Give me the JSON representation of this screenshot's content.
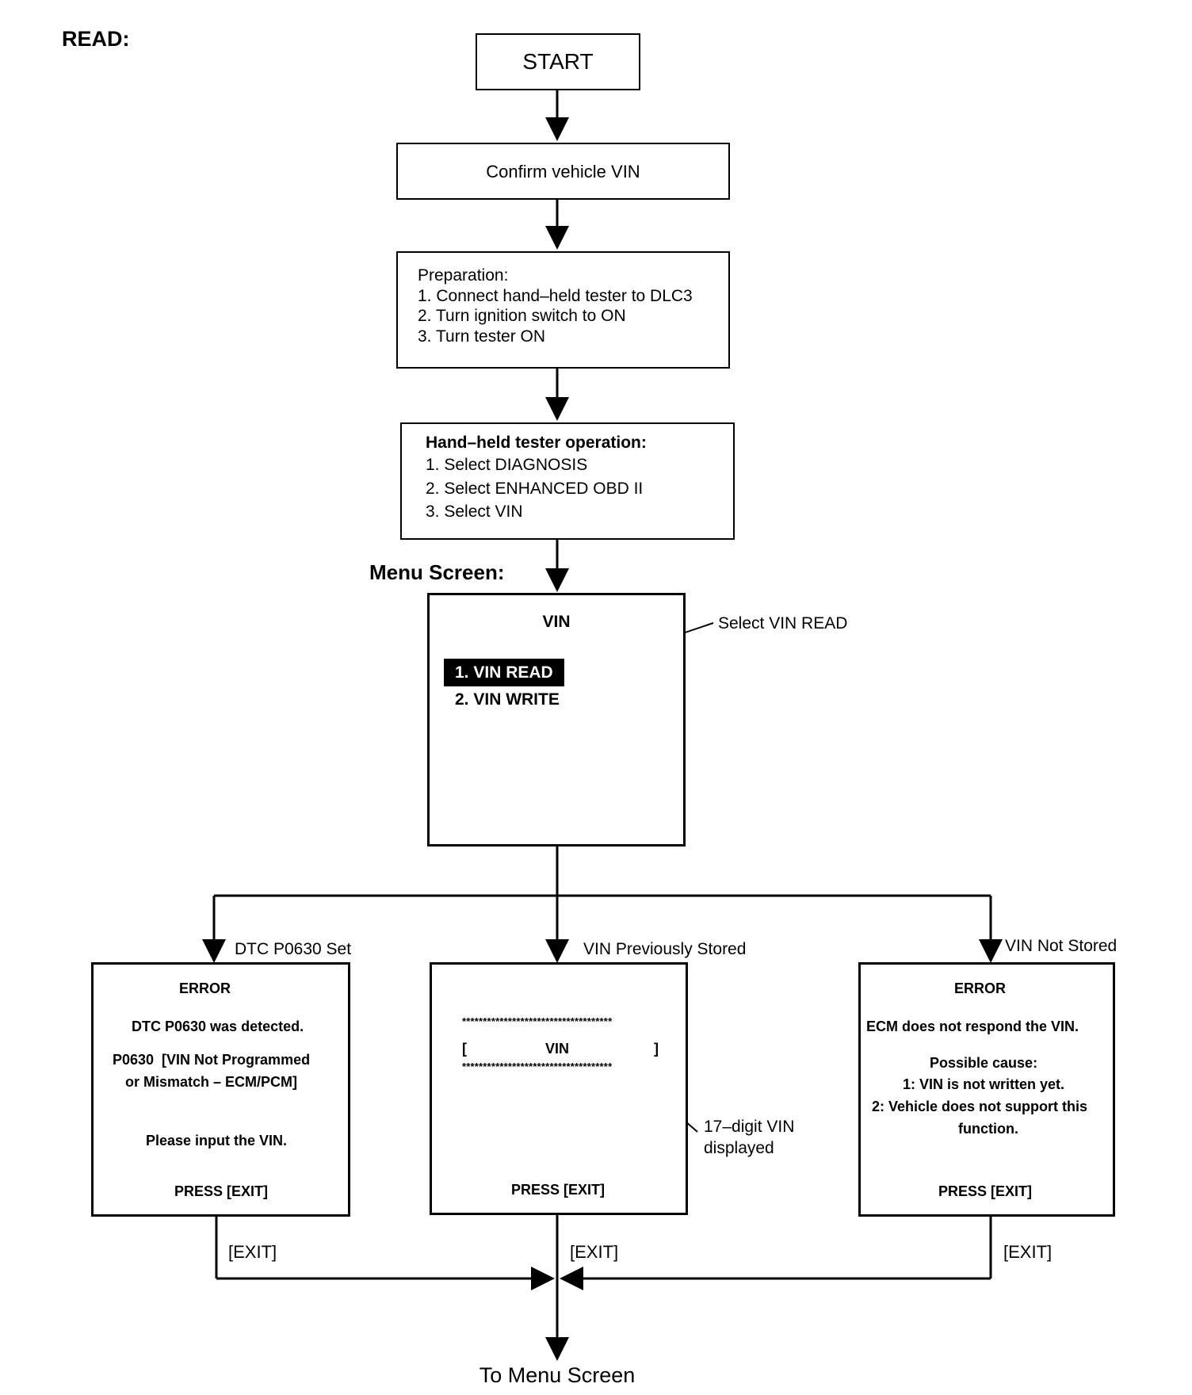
{
  "heading": "READ:",
  "start": "START",
  "confirm": "Confirm vehicle VIN",
  "preparation": {
    "title": "Preparation:",
    "steps": [
      "1. Connect hand–held tester to DLC3",
      "2. Turn ignition switch to ON",
      "3. Turn tester ON"
    ]
  },
  "tester_op": {
    "title": "Hand–held tester operation:",
    "steps": [
      "1. Select DIAGNOSIS",
      "2. Select ENHANCED OBD II",
      "3. Select VIN"
    ]
  },
  "menu_label": "Menu Screen:",
  "menu": {
    "title": "VIN",
    "items": [
      "1. VIN READ",
      "2. VIN WRITE"
    ],
    "callout": "Select VIN READ"
  },
  "branches": {
    "left": "DTC P0630 Set",
    "center": "VIN Previously Stored",
    "right": "VIN Not Stored"
  },
  "left_screen": {
    "title": "ERROR",
    "line1": "DTC P0630 was detected.",
    "line2": "P0630  [VIN Not Programmed",
    "line3": "or Mismatch – ECM/PCM]",
    "line4": "Please input the VIN.",
    "press": "PRESS [EXIT]"
  },
  "center_screen": {
    "stars": "************************************",
    "open": "[",
    "vin": "VIN",
    "close": "]",
    "callout_line1": "17–digit VIN",
    "callout_line2": "displayed",
    "press": "PRESS [EXIT]"
  },
  "right_screen": {
    "title": "ERROR",
    "line1": "ECM does not respond the VIN.",
    "line2": "Possible cause:",
    "line3": "1: VIN is not written yet.",
    "line4": "2: Vehicle does not support this",
    "line5": "function.",
    "press": "PRESS [EXIT]"
  },
  "exit_label": "[EXIT]",
  "end": "To Menu Screen"
}
